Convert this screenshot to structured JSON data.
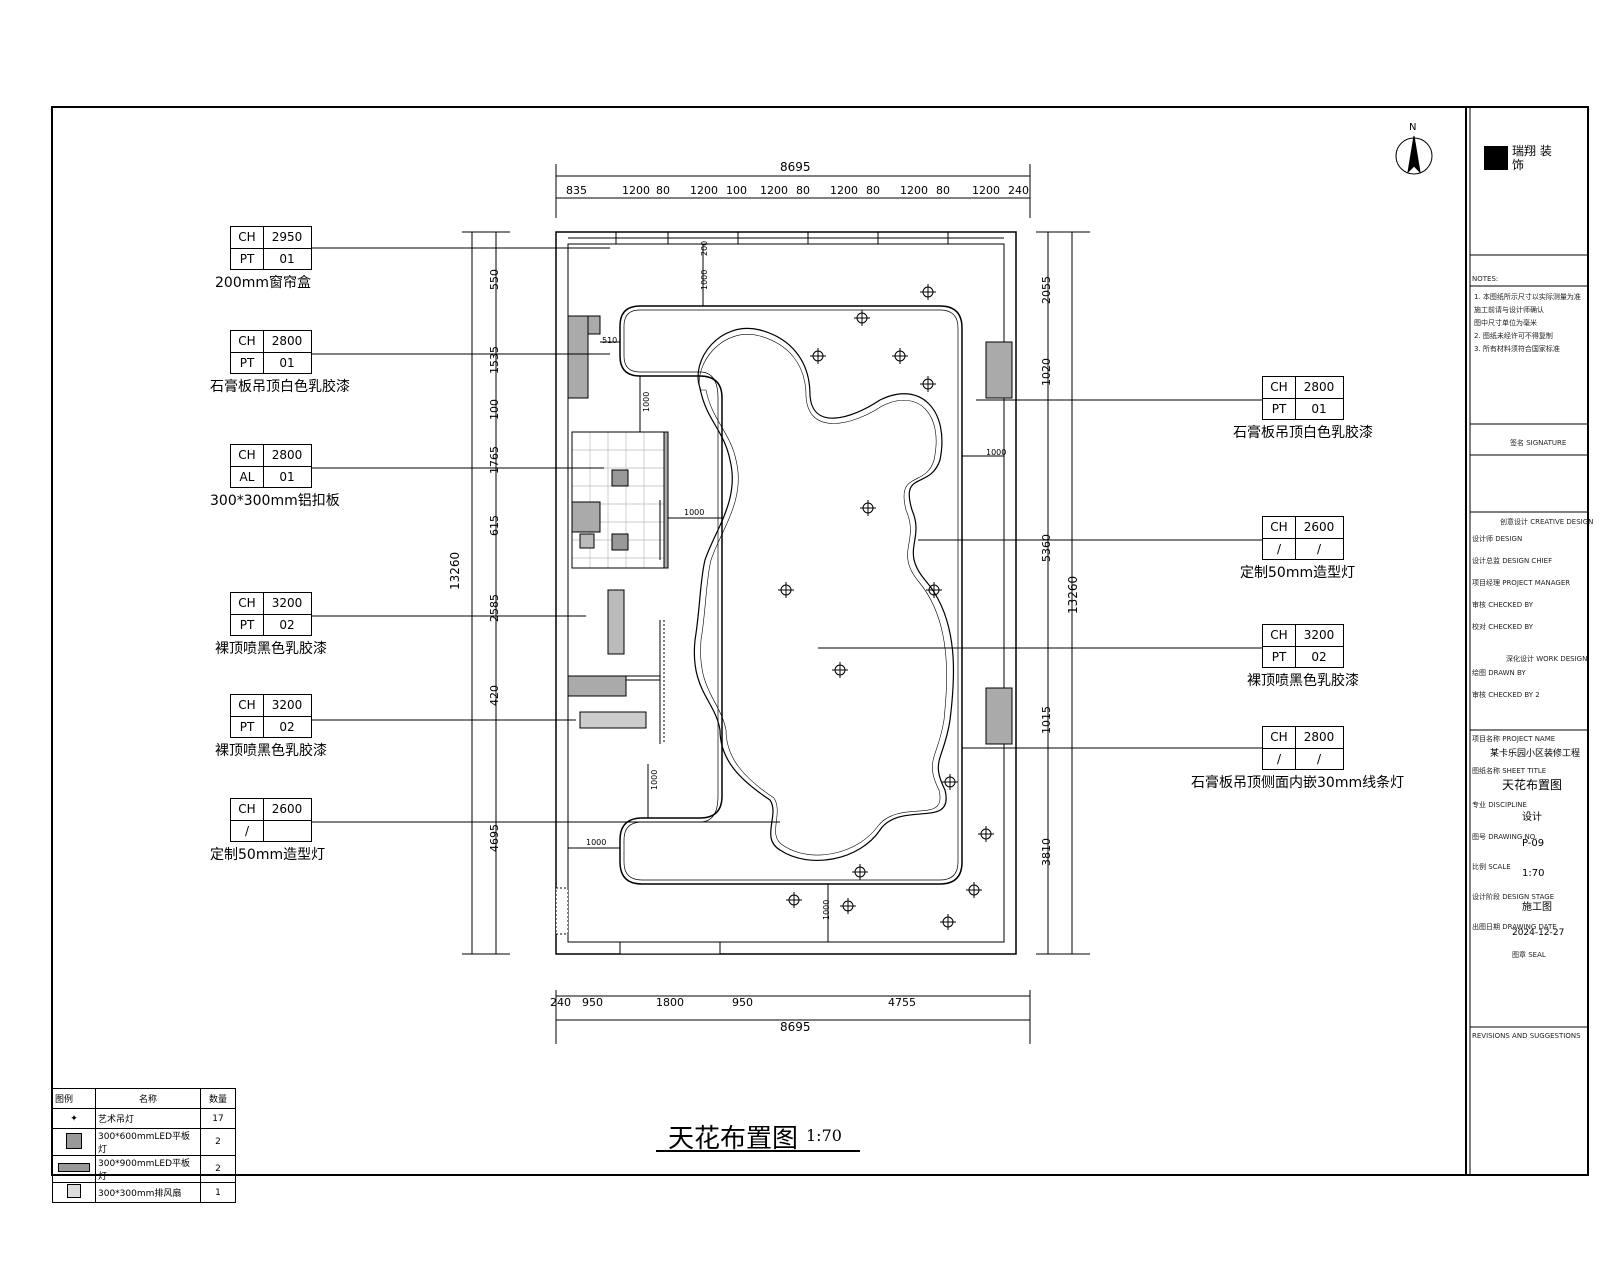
{
  "title": {
    "main": "天花布置图",
    "scale": "1:70"
  },
  "north": "N",
  "dims": {
    "top_total": "8695",
    "top_segments": [
      "835",
      "1200",
      "80",
      "1200",
      "100",
      "1200",
      "80",
      "1200",
      "80",
      "1200",
      "80",
      "1200",
      "240"
    ],
    "bottom_total": "8695",
    "bottom_segments": [
      "240",
      "950",
      "1800",
      "950",
      "4755"
    ],
    "left_total": "13260",
    "left_segments": [
      "550",
      "1535",
      "100",
      "1765",
      "615",
      "2585",
      "420",
      "4695"
    ],
    "right_total": "13260",
    "right_segments": [
      "2055",
      "1020",
      "5360",
      "1015",
      "3810"
    ],
    "inner": [
      "200",
      "1000",
      "510",
      "1000",
      "1000",
      "1000",
      "1000",
      "1000",
      "1000"
    ]
  },
  "tags_left": [
    {
      "r1k": "CH",
      "r1v": "2950",
      "r2k": "PT",
      "r2v": "01",
      "label": "200mm窗帘盒"
    },
    {
      "r1k": "CH",
      "r1v": "2800",
      "r2k": "PT",
      "r2v": "01",
      "label": "石膏板吊顶白色乳胶漆"
    },
    {
      "r1k": "CH",
      "r1v": "2800",
      "r2k": "AL",
      "r2v": "01",
      "label": "300*300mm铝扣板"
    },
    {
      "r1k": "CH",
      "r1v": "3200",
      "r2k": "PT",
      "r2v": "02",
      "label": "裸顶喷黑色乳胶漆"
    },
    {
      "r1k": "CH",
      "r1v": "3200",
      "r2k": "PT",
      "r2v": "02",
      "label": "裸顶喷黑色乳胶漆"
    },
    {
      "r1k": "CH",
      "r1v": "2600",
      "r2k": "/",
      "r2v": "",
      "label": "定制50mm造型灯"
    }
  ],
  "tags_right": [
    {
      "r1k": "CH",
      "r1v": "2800",
      "r2k": "PT",
      "r2v": "01",
      "label": "石膏板吊顶白色乳胶漆"
    },
    {
      "r1k": "CH",
      "r1v": "2600",
      "r2k": "/",
      "r2v": "/",
      "label": "定制50mm造型灯"
    },
    {
      "r1k": "CH",
      "r1v": "3200",
      "r2k": "PT",
      "r2v": "02",
      "label": "裸顶喷黑色乳胶漆"
    },
    {
      "r1k": "CH",
      "r1v": "2800",
      "r2k": "/",
      "r2v": "/",
      "label": "石膏板吊顶侧面内嵌30mm线条灯"
    }
  ],
  "legend": {
    "headers": [
      "图例",
      "名称",
      "数量"
    ],
    "rows": [
      {
        "name": "艺术吊灯",
        "qty": "17"
      },
      {
        "name": "300*600mmLED平板灯",
        "qty": "2"
      },
      {
        "name": "300*900mmLED平板灯",
        "qty": "2"
      },
      {
        "name": "300*300mm排风扇",
        "qty": "1"
      }
    ]
  },
  "title_block": {
    "company": "瑞翔 装饰",
    "notes_label": "NOTES:",
    "note_lines": [
      "1. 本图纸所示尺寸以实际测量为准",
      "施工前请与设计师确认",
      "图中尺寸单位为毫米",
      "2. 图纸未经许可不得复制",
      "3. 所有材料须符合国家标准"
    ],
    "section_label": "签名 SIGNATURE",
    "design_label": "创意设计 CREATIVE DESIGN",
    "design_rows": [
      "设计师 DESIGN",
      "设计总监 DESIGN CHIEF",
      "项目经理 PROJECT MANAGER",
      "审核 CHECKED BY",
      "校对 CHECKED BY"
    ],
    "design2_label": "深化设计 WORK DESIGN",
    "design2_rows": [
      "绘图 DRAWN BY",
      "审核 CHECKED BY 2"
    ],
    "project_label": "项目名称 PROJECT NAME",
    "project_name": "某卡乐园小区装修工程",
    "sheet_label": "图纸名称 SHEET TITLE",
    "sheet_title": "天花布置图",
    "discipline_label": "专业 DISCIPLINE",
    "discipline": "设计",
    "drawing_no_label": "图号 DRAWING NO.",
    "drawing_no": "P-09",
    "scale_label": "比例 SCALE",
    "scale": "1:70",
    "stage_label": "设计阶段 DESIGN STAGE",
    "stage": "施工图",
    "date_label": "出图日期 DRAWING DATE",
    "date": "2024-12-27",
    "seal_label": "图章 SEAL",
    "revisions_label": "REVISIONS AND SUGGESTIONS"
  }
}
